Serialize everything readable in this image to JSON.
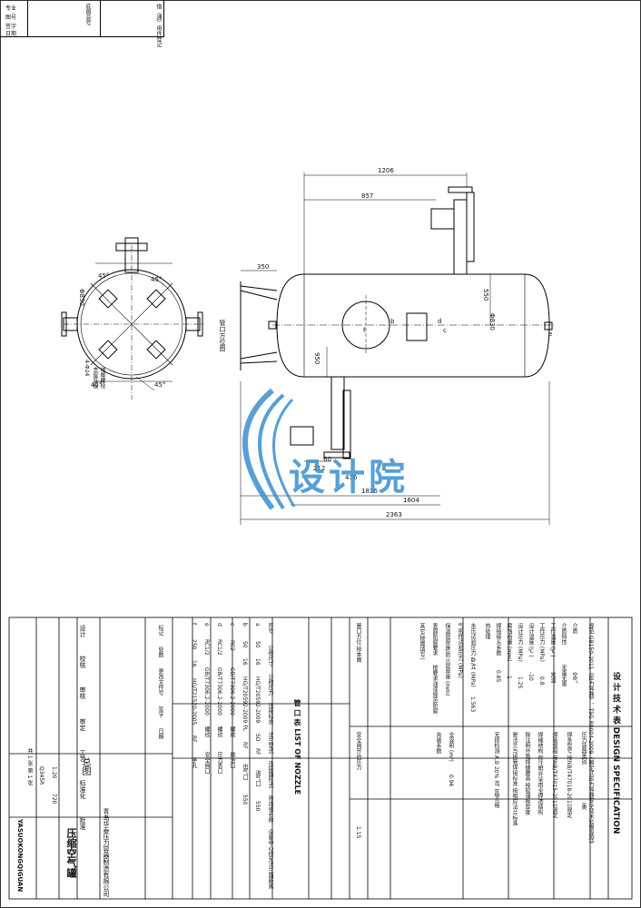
{
  "header": {
    "left_labels": [
      "专业",
      "图号",
      "签字",
      "日期"
    ],
    "strip_labels": [
      "底图总号",
      "借（通）用件登记"
    ]
  },
  "dims": {
    "overall_length": "2363",
    "d1836": "1836",
    "d1604": "1604",
    "d1206": "1206",
    "d857": "857",
    "d350": "350",
    "d550": "550",
    "d950": "950",
    "d476": "476",
    "d212": "212",
    "d60": "60",
    "dia830": "Φ830",
    "dia830b": "Φ830",
    "n4holes": "4-Φ24",
    "deg45a": "45°",
    "deg45b": "45°",
    "deg45c": "45°",
    "deg45d": "45°",
    "nozzle_b": "b",
    "nozzle_c": "c",
    "nozzle_d": "d",
    "nozzle_e": "e",
    "nozzle_f": "f",
    "nozzle_note": "管口方位图",
    "support_note": "支座底板",
    "support_note2": "地脚螺栓"
  },
  "watermark": "设计院",
  "spec": {
    "title": "设 计 技 术 表    DESIGN SPECIFICATION",
    "rows": [
      {
        "label": "规范",
        "value": "GB150-2011《压力容器》、TSG R0004-2009《固定式压力容器安全技术监察规程》"
      },
      {
        "label": "介质",
        "value": "空气"
      },
      {
        "label": "介质特性",
        "value": "无毒无害"
      },
      {
        "label": "工作温度 (℃)",
        "value": "常温"
      },
      {
        "label": "工作压力 (MPa)",
        "value": "0.8"
      },
      {
        "label": "设计温度 (℃)",
        "value": "-10"
      },
      {
        "label": "设计压力 (MPa)",
        "value": "1.25"
      },
      {
        "label": "腐蚀裕量 (mm)",
        "value": "1"
      },
      {
        "label": "焊接接头系数",
        "value": "0.85"
      },
      {
        "label": "热处理",
        "value": ""
      },
      {
        "label": "水压试验压力 卧/立 (MPa)",
        "value": "1.563"
      },
      {
        "label": "气密性试验压力 (MPa)",
        "value": ""
      },
      {
        "label": "保温层厚度/防火层厚度 (mm)",
        "value": ""
      },
      {
        "label": "表面防腐要求",
        "value": "按要求油漆规范防腐"
      },
      {
        "label": "其它(按需填写)",
        "value": ""
      },
      {
        "label": "管口方位",
        "value": "按本图"
      }
    ],
    "right_rows": [
      {
        "label": "压力容器类别",
        "value": "I类"
      },
      {
        "label": "焊条型号",
        "value": "按NB/T47018-2011规定"
      },
      {
        "label": "焊接规程",
        "value": "按NB/T47015-2011规定"
      },
      {
        "label": "焊缝结构",
        "value": "除注明外采用全焊透结构"
      },
      {
        "label": "除注明外角焊缝腰高",
        "value": "按较薄板厚度"
      },
      {
        "label": "管法兰与接管焊接标准",
        "value": "按相应法兰标准"
      },
      {
        "label": "无损检测",
        "value": "A,B 20% RT",
        "level": "II级合格"
      },
      {
        "label": "全容积 (m³)",
        "value": "0.96"
      },
      {
        "label": "充装系数",
        "value": ""
      }
    ],
    "extra": "安全阀开启压力",
    "extra_val": "1.15"
  },
  "nozzle_table": {
    "title": "管 口 表   LIST OF NOZZLE",
    "headers": [
      "符号",
      "公称尺寸",
      "公称压力",
      "连接标准",
      "法兰型式",
      "连接面形式",
      "用途或名称",
      "设备中心线至法兰面距离"
    ],
    "rows": [
      [
        "a",
        "50",
        "16",
        "HG/T20592-2009",
        "SO",
        "RF",
        "进气口",
        "550"
      ],
      [
        "b",
        "50",
        "16",
        "HG/T20592-2009 PL",
        "RF",
        "",
        "出气口",
        "550"
      ],
      [
        "c",
        "RC2",
        "",
        "GB/T7306.2-2000",
        "螺纹",
        "",
        "排污口",
        ""
      ],
      [
        "d",
        "RC1/2",
        "",
        "GB/T7306.2-2000",
        "螺纹",
        "",
        "压力表口",
        ""
      ],
      [
        "e",
        "RC1/2",
        "",
        "GB/T7306.2-2000",
        "螺纹",
        "",
        "安全阀口",
        ""
      ],
      [
        "f",
        "250",
        "16",
        "HG/T21520-2005",
        "RF",
        "",
        "手孔",
        ""
      ]
    ]
  },
  "title_block": {
    "company": "青岛华泰压力容器制造有限公司",
    "product": "压缩空气罐",
    "pinyin": "YASUOKONGQIGUAN",
    "drawing": "总图",
    "scale": "1:20",
    "material": "Q345R",
    "sheet": "共 1 张 第 1 张",
    "weight": "720",
    "roles": [
      "设计",
      "校核",
      "审核",
      "审定",
      "工艺",
      "标准化",
      "批准"
    ],
    "cols": [
      "标记",
      "处数",
      "更改文件号",
      "签字",
      "日期"
    ]
  }
}
